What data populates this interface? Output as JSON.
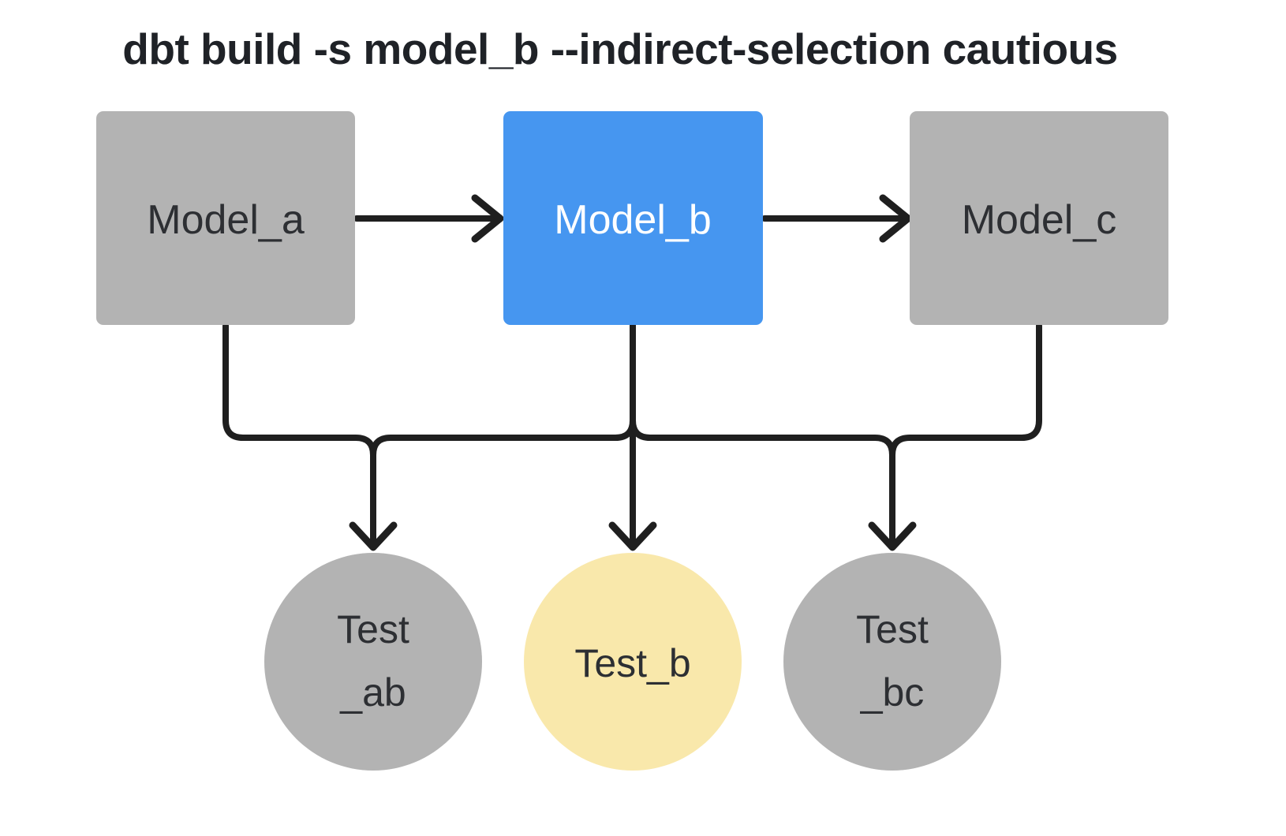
{
  "title": "dbt build -s model_b --indirect-selection cautious",
  "colors": {
    "background": "#ffffff",
    "edge": "#1f1f1f",
    "title_text": "#1f2227",
    "model_default_fill": "#b3b3b3",
    "model_selected_fill": "#4696f0",
    "test_default_fill": "#b3b3b3",
    "test_indirect_fill": "#f9e8ab",
    "node_text_dark": "#2d2f33",
    "node_text_light": "#ffffff"
  },
  "nodes": {
    "model_a": {
      "label": "Model_a"
    },
    "model_b": {
      "label": "Model_b"
    },
    "model_c": {
      "label": "Model_c"
    },
    "test_ab": {
      "label_line1": "Test",
      "label_line2": "_ab"
    },
    "test_b": {
      "label": "Test_b"
    },
    "test_bc": {
      "label_line1": "Test",
      "label_line2": "_bc"
    }
  },
  "edges": [
    {
      "from": "model_a",
      "to": "model_b"
    },
    {
      "from": "model_b",
      "to": "model_c"
    },
    {
      "from": "model_a",
      "to": "test_ab"
    },
    {
      "from": "model_b",
      "to": "test_ab"
    },
    {
      "from": "model_b",
      "to": "test_b"
    },
    {
      "from": "model_b",
      "to": "test_bc"
    },
    {
      "from": "model_c",
      "to": "test_bc"
    }
  ]
}
